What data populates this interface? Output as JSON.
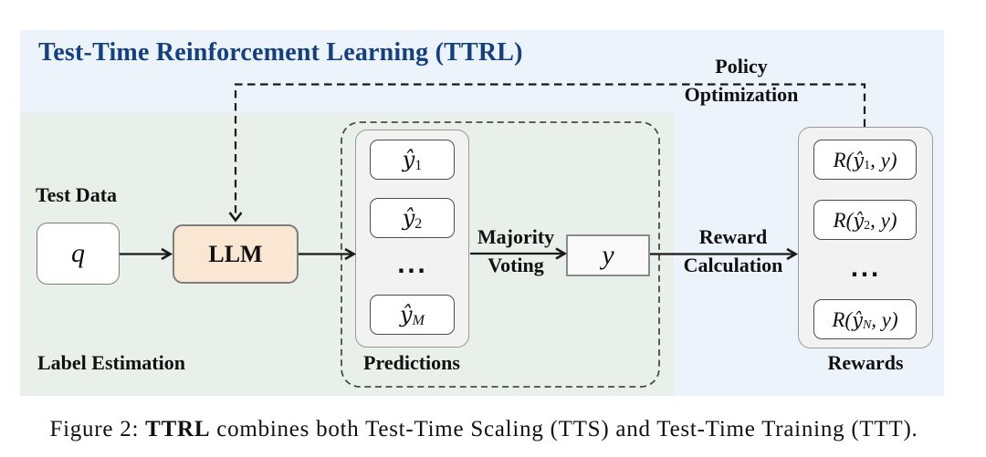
{
  "figure": {
    "title": "Test-Time Reinforcement Learning (TTRL)",
    "caption": {
      "prefix": "Figure 2: ",
      "bold": "TTRL",
      "rest": " combines both Test-Time Scaling (TTS) and Test-Time Training (TTT)."
    }
  },
  "colors": {
    "title_navy": "#143f80",
    "blue_bg": "#edf3fb",
    "green_bg": "#e8f0e9",
    "llm_fill": "#fae7d3",
    "panel_fill": "#f2f2f2"
  },
  "labels": {
    "test_data": "Test Data",
    "label_estimation": "Label Estimation",
    "predictions": "Predictions",
    "majority_line1": "Majority",
    "majority_line2": "Voting",
    "reward_line1": "Reward",
    "reward_line2": "Calculation",
    "policy_line1": "Policy",
    "policy_line2": "Optimization",
    "rewards": "Rewards"
  },
  "nodes": {
    "q": "q",
    "llm": "LLM",
    "y": "y",
    "dots": "..."
  },
  "predictions": [
    {
      "base": "ŷ",
      "sub": "1",
      "sub_style": "normal"
    },
    {
      "base": "ŷ",
      "sub": "2",
      "sub_style": "normal"
    },
    {
      "base": "ŷ",
      "sub": "M",
      "sub_style": "italic"
    }
  ],
  "rewards": [
    {
      "prefix": "R(",
      "base": "ŷ",
      "sub": "1",
      "suffix": ", y)",
      "sub_style": "normal"
    },
    {
      "prefix": "R(",
      "base": "ŷ",
      "sub": "2",
      "suffix": ", y)",
      "sub_style": "normal"
    },
    {
      "prefix": "R(",
      "base": "ŷ",
      "sub": "N",
      "suffix": ", y)",
      "sub_style": "italic"
    }
  ]
}
